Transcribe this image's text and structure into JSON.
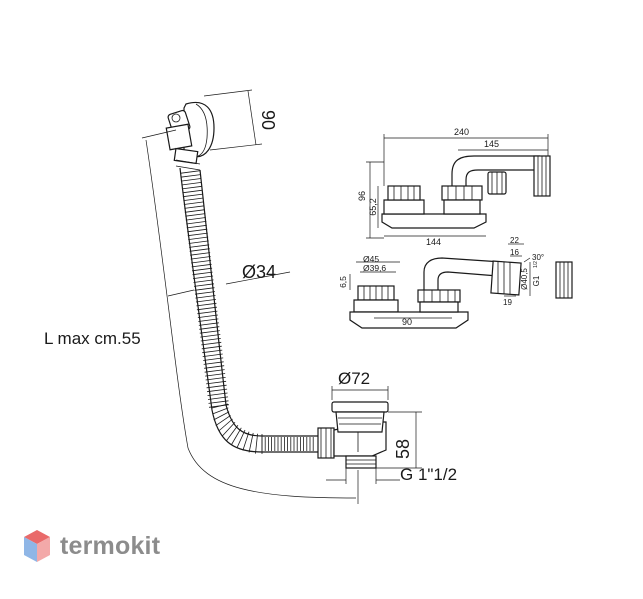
{
  "diagram": {
    "labels": {
      "height_90": "90",
      "hose_diameter": "Ø34",
      "length": "L max cm.55",
      "drain_diameter": "Ø72",
      "drain_height": "58",
      "thread": "G 1\"1/2"
    },
    "trap_top": {
      "width_240": "240",
      "width_145": "145",
      "height_96": "96",
      "height_65_2": "65,2",
      "width_144": "144"
    },
    "trap_bottom": {
      "d45": "Ø45",
      "d39_6": "Ø39,6",
      "h6_5": "6,5",
      "w90": "90",
      "w22": "22",
      "w16": "16",
      "angle30": "30°",
      "d40_5": "Ø40,5",
      "g1_half": "G1",
      "g1_half_sup": "1/2",
      "w19": "19"
    }
  },
  "brand": {
    "name": "termokit",
    "colors": {
      "top": "#e96a6a",
      "left": "#8fb6e6",
      "right": "#f3a9a9",
      "text": "#8c8c8c"
    }
  }
}
